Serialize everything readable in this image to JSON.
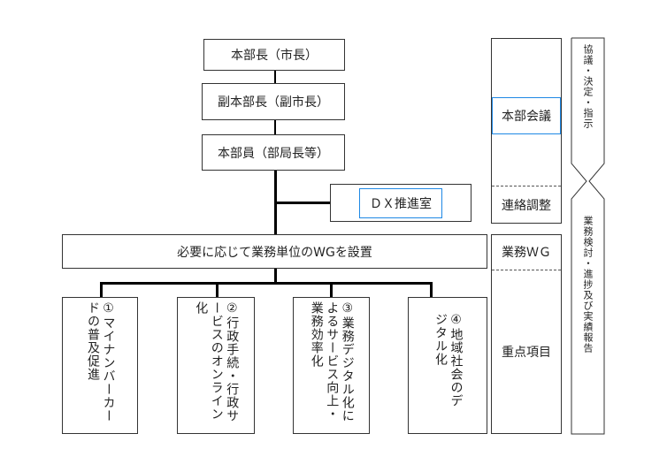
{
  "hierarchy": {
    "head": "本部長（市長）",
    "deputy": "副本部長（副市長）",
    "members": "本部員（部局長等）",
    "dx_office": "ＤＸ推進室",
    "wg_banner": "必要に応じて業務単位のWGを設置"
  },
  "work_groups": [
    {
      "label": "①マイナンバーカードの普及促進"
    },
    {
      "label": "②行政手続・行政サービスのオンライン化"
    },
    {
      "label": "③業務デジタル化によるサービス向上・業務効率化"
    },
    {
      "label": "④地域社会のデジタル化"
    }
  ],
  "right_column": {
    "meeting": "本部会議",
    "coordination": "連絡調整",
    "wg": "業務ＷＧ",
    "priority": "重点項目"
  },
  "side_labels": {
    "top": "協議・決定・指示",
    "bottom": "業務検討・進捗及び実績報告"
  },
  "colors": {
    "accent_border": "#1e88e5",
    "line": "#000000"
  }
}
